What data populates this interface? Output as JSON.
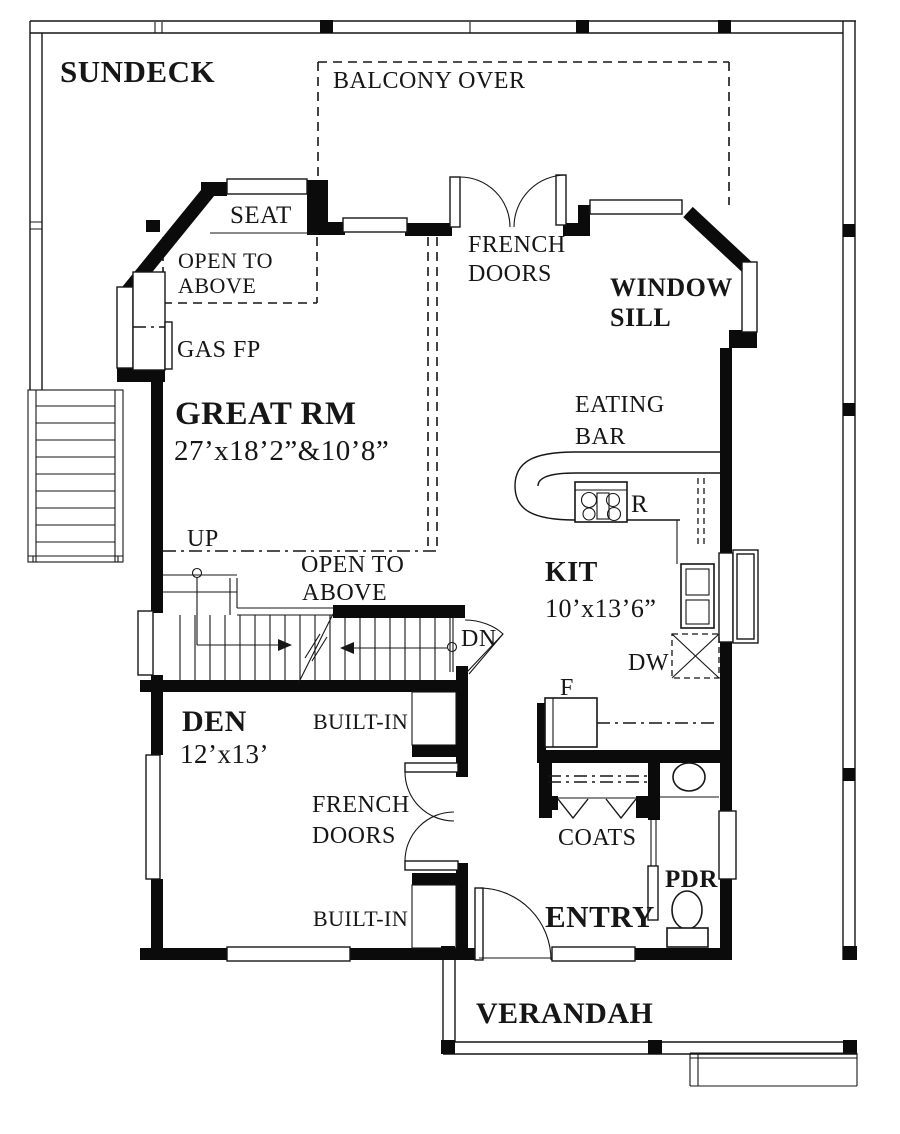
{
  "labels": {
    "sundeck": "SUNDECK",
    "balcony_over": "BALCONY OVER",
    "seat": "SEAT",
    "open_to": "OPEN TO",
    "above": "ABOVE",
    "gas_fp": "GAS FP",
    "great_rm": "GREAT RM",
    "great_rm_dims": "27’x18’2”&10’8”",
    "french": "FRENCH",
    "doors": "DOORS",
    "window": "WINDOW",
    "sill": "SILL",
    "eating": "EATING",
    "bar": "BAR",
    "range": "R",
    "kit": "KIT",
    "kit_dims": "10’x13’6”",
    "up": "UP",
    "dn": "DN",
    "dw": "DW",
    "fridge": "F",
    "den": "DEN",
    "den_dims": "12’x13’",
    "built_in": "BUILT-IN",
    "coats": "COATS",
    "entry": "ENTRY",
    "pdr": "PDR",
    "verandah": "VERANDAH"
  },
  "colors": {
    "ink": "#161616",
    "wall": "#0b0b0b",
    "paper": "#ffffff"
  }
}
